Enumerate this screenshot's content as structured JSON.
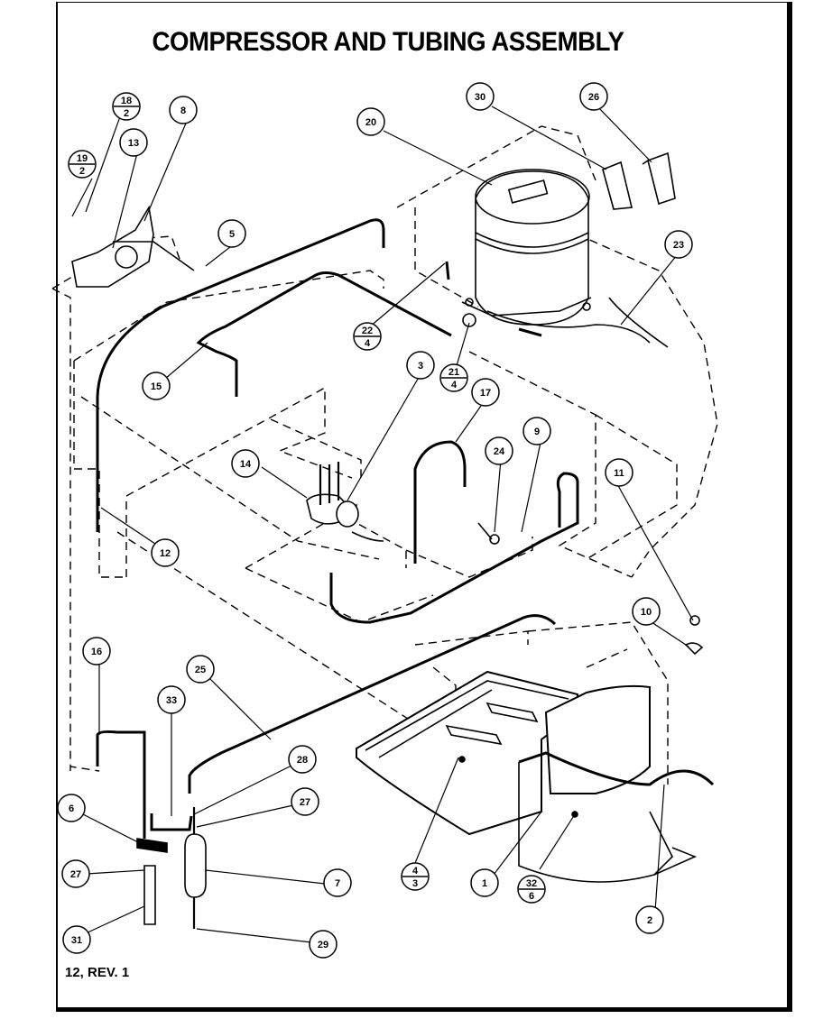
{
  "title": "COMPRESSOR AND TUBING ASSEMBLY",
  "footer": "12, REV. 1",
  "callouts": [
    {
      "id": "c30",
      "label": "30"
    },
    {
      "id": "c26",
      "label": "26"
    },
    {
      "id": "c20",
      "label": "20"
    },
    {
      "id": "c8",
      "label": "8"
    },
    {
      "id": "c13",
      "label": "13"
    },
    {
      "id": "c5",
      "label": "5"
    },
    {
      "id": "c23",
      "label": "23"
    },
    {
      "id": "c3",
      "label": "3"
    },
    {
      "id": "c15",
      "label": "15"
    },
    {
      "id": "c17",
      "label": "17"
    },
    {
      "id": "c9",
      "label": "9"
    },
    {
      "id": "c24",
      "label": "24"
    },
    {
      "id": "c14",
      "label": "14"
    },
    {
      "id": "c11",
      "label": "11"
    },
    {
      "id": "c12",
      "label": "12"
    },
    {
      "id": "c10",
      "label": "10"
    },
    {
      "id": "c16",
      "label": "16"
    },
    {
      "id": "c25",
      "label": "25"
    },
    {
      "id": "c33",
      "label": "33"
    },
    {
      "id": "c28",
      "label": "28"
    },
    {
      "id": "c27a",
      "label": "27"
    },
    {
      "id": "c6",
      "label": "6"
    },
    {
      "id": "c27b",
      "label": "27"
    },
    {
      "id": "c7",
      "label": "7"
    },
    {
      "id": "c1",
      "label": "1"
    },
    {
      "id": "c2",
      "label": "2"
    },
    {
      "id": "c31",
      "label": "31"
    },
    {
      "id": "c29",
      "label": "29"
    }
  ],
  "fraction_callouts": [
    {
      "id": "f18",
      "top": "18",
      "bottom": "2"
    },
    {
      "id": "f19",
      "top": "19",
      "bottom": "2"
    },
    {
      "id": "f22",
      "top": "22",
      "bottom": "4"
    },
    {
      "id": "f21",
      "top": "21",
      "bottom": "4"
    },
    {
      "id": "f4",
      "top": "4",
      "bottom": "3"
    },
    {
      "id": "f32",
      "top": "32",
      "bottom": "6"
    }
  ]
}
